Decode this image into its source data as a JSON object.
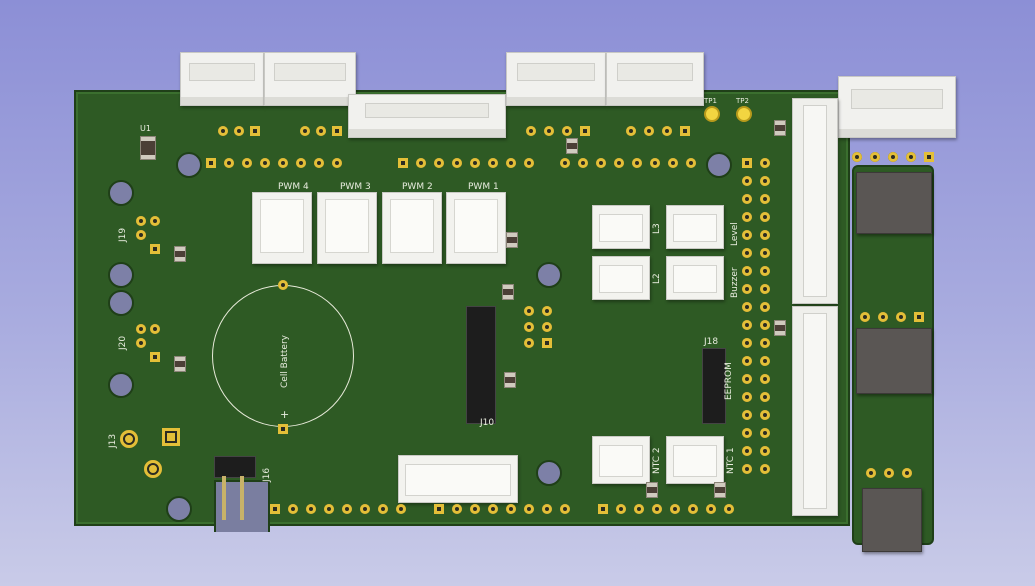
{
  "labels": {
    "u1": "U1",
    "tp1": "TP1",
    "tp2": "TP2",
    "pwm4": "PWM 4",
    "pwm3": "PWM 3",
    "pwm2": "PWM 2",
    "pwm1": "PWM 1",
    "j19": "J19",
    "j20": "J20",
    "j13": "J13",
    "j16": "J16",
    "j10": "J10",
    "j18": "J18",
    "battery": "Cell Battery",
    "plus": "+",
    "l3": "L3",
    "l2": "L2",
    "level": "Level",
    "buzzer": "Buzzer",
    "eeprom": "EEPROM",
    "ntc1": "NTC 1",
    "ntc2": "NTC 2"
  },
  "colors": {
    "board": "#2e5a24",
    "silkscreen": "#e9eddf",
    "pad": "#e3bf38",
    "background": "#9a9dd9"
  }
}
